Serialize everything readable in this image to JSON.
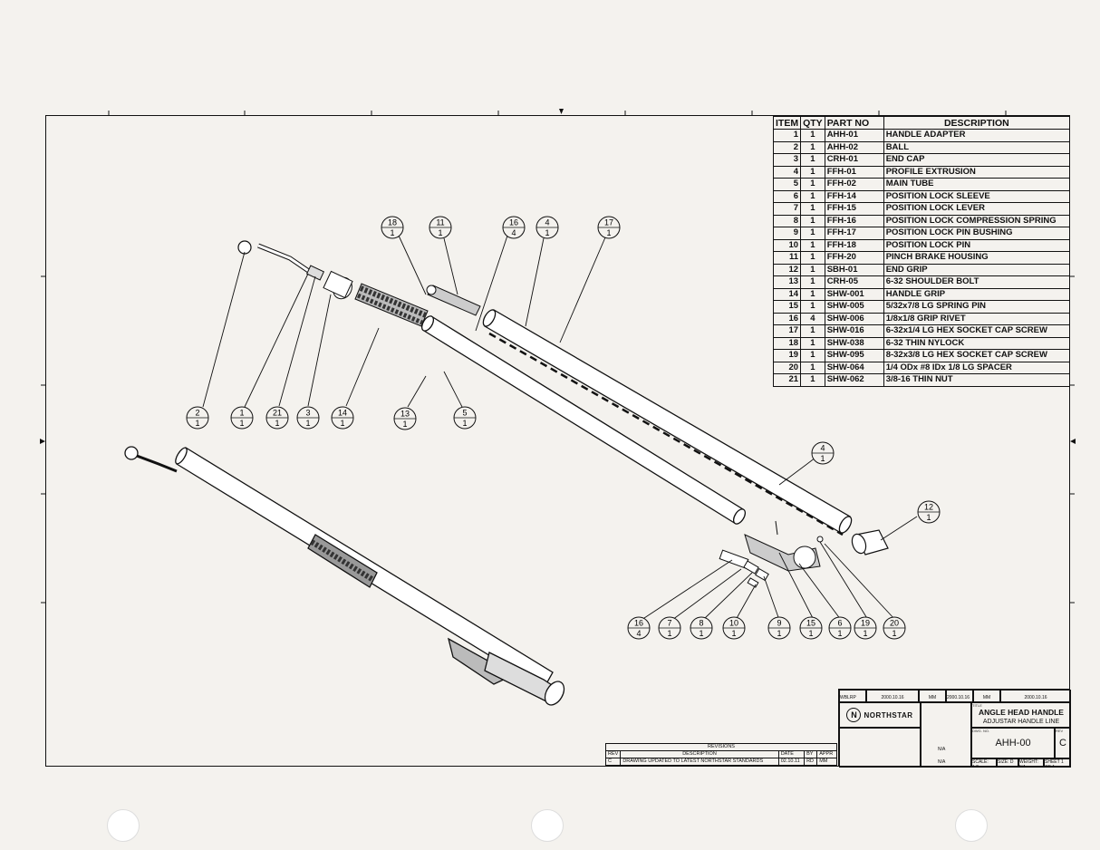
{
  "bom": {
    "headers": [
      "ITEM",
      "QTY",
      "PART NO",
      "DESCRIPTION"
    ],
    "rows": [
      [
        "1",
        "1",
        "AHH-01",
        "HANDLE ADAPTER"
      ],
      [
        "2",
        "1",
        "AHH-02",
        "BALL"
      ],
      [
        "3",
        "1",
        "CRH-01",
        "END CAP"
      ],
      [
        "4",
        "1",
        "FFH-01",
        "PROFILE EXTRUSION"
      ],
      [
        "5",
        "1",
        "FFH-02",
        "MAIN TUBE"
      ],
      [
        "6",
        "1",
        "FFH-14",
        "POSITION LOCK SLEEVE"
      ],
      [
        "7",
        "1",
        "FFH-15",
        "POSITION LOCK LEVER"
      ],
      [
        "8",
        "1",
        "FFH-16",
        "POSITION LOCK COMPRESSION SPRING"
      ],
      [
        "9",
        "1",
        "FFH-17",
        "POSITION LOCK PIN BUSHING"
      ],
      [
        "10",
        "1",
        "FFH-18",
        "POSITION LOCK PIN"
      ],
      [
        "11",
        "1",
        "FFH-20",
        "PINCH BRAKE HOUSING"
      ],
      [
        "12",
        "1",
        "SBH-01",
        "END GRIP"
      ],
      [
        "13",
        "1",
        "CRH-05",
        "6-32 SHOULDER BOLT"
      ],
      [
        "14",
        "1",
        "SHW-001",
        "HANDLE GRIP"
      ],
      [
        "15",
        "1",
        "SHW-005",
        "5/32x7/8 LG SPRING PIN"
      ],
      [
        "16",
        "4",
        "SHW-006",
        "1/8x1/8 GRIP RIVET"
      ],
      [
        "17",
        "1",
        "SHW-016",
        "6-32x1/4 LG HEX SOCKET CAP SCREW"
      ],
      [
        "18",
        "1",
        "SHW-038",
        "6-32 THIN NYLOCK"
      ],
      [
        "19",
        "1",
        "SHW-095",
        "8-32x3/8 LG HEX SOCKET CAP SCREW"
      ],
      [
        "20",
        "1",
        "SHW-064",
        "1/4 ODx #8 IDx 1/8 LG SPACER"
      ],
      [
        "21",
        "1",
        "SHW-062",
        "3/8-16 THIN NUT"
      ]
    ]
  },
  "balloons": [
    {
      "item": "18",
      "qty": "1"
    },
    {
      "item": "11",
      "qty": "1"
    },
    {
      "item": "16",
      "qty": "4"
    },
    {
      "item": "4",
      "qty": "1"
    },
    {
      "item": "17",
      "qty": "1"
    },
    {
      "item": "2",
      "qty": "1"
    },
    {
      "item": "1",
      "qty": "1"
    },
    {
      "item": "21",
      "qty": "1"
    },
    {
      "item": "3",
      "qty": "1"
    },
    {
      "item": "14",
      "qty": "1"
    },
    {
      "item": "13",
      "qty": "1"
    },
    {
      "item": "5",
      "qty": "1"
    },
    {
      "item": "4",
      "qty": "1"
    },
    {
      "item": "12",
      "qty": "1"
    },
    {
      "item": "16",
      "qty": "4"
    },
    {
      "item": "7",
      "qty": "1"
    },
    {
      "item": "8",
      "qty": "1"
    },
    {
      "item": "10",
      "qty": "1"
    },
    {
      "item": "9",
      "qty": "1"
    },
    {
      "item": "15",
      "qty": "1"
    },
    {
      "item": "6",
      "qty": "1"
    },
    {
      "item": "19",
      "qty": "1"
    },
    {
      "item": "20",
      "qty": "1"
    }
  ],
  "revisions": {
    "title": "REVISIONS",
    "headers": [
      "REV",
      "DESCRIPTION",
      "DATE",
      "BY",
      "APPR"
    ],
    "row": [
      "C",
      "DRAWING UPDATED TO LATEST NORTHSTAR STANDARDS",
      "02.10.11",
      "RD",
      "MM"
    ]
  },
  "title_block": {
    "logo": "NORTHSTAR",
    "title": "ANGLE HEAD HANDLE",
    "subtitle": "ADJUSTAR HANDLE LINE",
    "dwg_no_label": "DWG. NO.",
    "dwg_no": "AHH-00",
    "rev_label": "REV",
    "rev": "C",
    "drawn": "WBLRP",
    "date1": "2000.10.16",
    "checked": "MM",
    "date2": "2000.10.16",
    "approved": "MM",
    "date3": "2000.10.16",
    "title_label": "TITLE",
    "scale": "SCALE: 1:2",
    "size": "SIZE: D",
    "weight": "WEIGHT: NA",
    "sheet": "SHEET 1 OF 1",
    "na1": "N/A",
    "na2": "N/A"
  },
  "checkmark_color": "#2a3b7c"
}
